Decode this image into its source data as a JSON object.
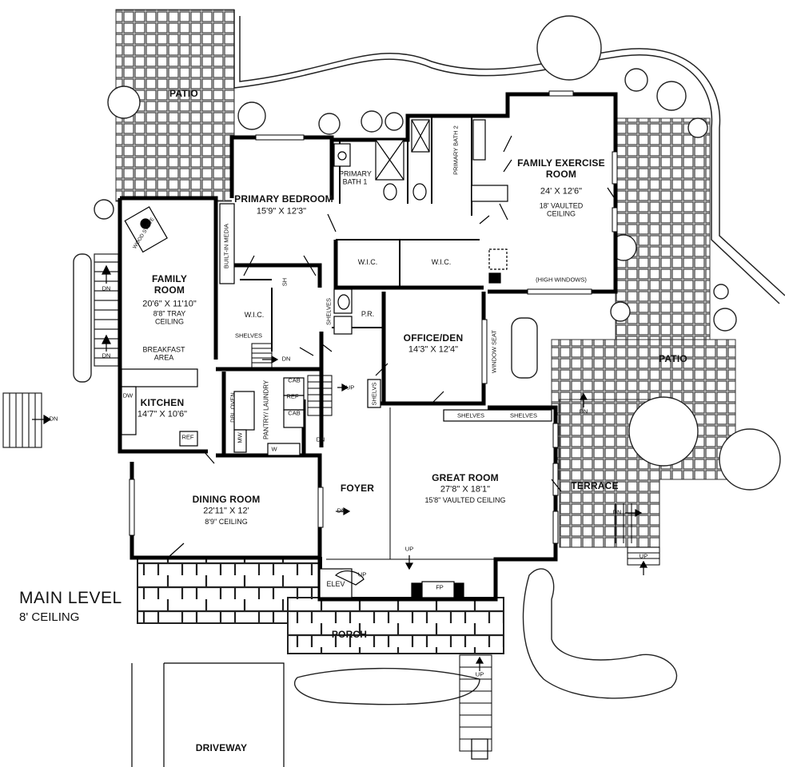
{
  "plan": {
    "level_title": "MAIN LEVEL",
    "level_subtitle": "8' CEILING",
    "rooms": {
      "patio_nw": "PATIO",
      "primary_bedroom": {
        "name": "PRIMARY BEDROOM",
        "dim": "15'9\" X 12'3\""
      },
      "primary_bath1": "PRIMARY BATH 1",
      "primary_bath2": "PRIMARY BATH 2",
      "family_exercise": {
        "name": "FAMILY EXERCISE ROOM",
        "dim": "24' X 12'6\"",
        "ceiling": "18' VAULTED CEILING"
      },
      "high_windows": "(HIGH WINDOWS)",
      "family_room": {
        "name": "FAMILY ROOM",
        "dim": "20'6\" X 11'10\"",
        "ceiling": "8'8\" TRAY CEILING"
      },
      "breakfast": "BREAKFAST AREA",
      "kitchen": {
        "name": "KITCHEN",
        "dim": "14'7\" X 10'6\""
      },
      "wic_left": "W.I.C.",
      "wic_mid1": "W.I.C.",
      "wic_mid2": "W.I.C.",
      "pr": "P.R.",
      "office": {
        "name": "OFFICE/DEN",
        "dim": "14'3\" X 12'4\""
      },
      "patio_e": "PATIO",
      "pantry": "PANTRY/ LAUNDRY",
      "great_room": {
        "name": "GREAT ROOM",
        "dim": "27'8\" X 18'1\"",
        "ceiling": "15'8\" VAULTED CEILING"
      },
      "terrace": "TERRACE",
      "foyer": "FOYER",
      "dining": {
        "name": "DINING ROOM",
        "dim": "22'11\" X 12'",
        "ceiling": "8'9\" CEILING"
      },
      "porch": "PORCH",
      "driveway": "DRIVEWAY"
    },
    "fixtures": {
      "wood_stove": "WOOD STOVE",
      "built_in_media": "BUILT-IN MEDIA",
      "sh": "SH",
      "shelves_wic": "SHELVES",
      "shelves_pr": "SHELVES",
      "shelves_gr1": "SHELVES",
      "shelves_gr2": "SHELVES",
      "shelvs": "SHELVS",
      "window_seat": "WINDOW SEAT",
      "dw": "DW",
      "ref_kitchen": "REF",
      "ref_pantry": "REF",
      "cab1": "CAB",
      "cab2": "CAB",
      "dbl_oven": "DBL OVEN",
      "mw": "MW",
      "w": "W",
      "elev": "ELEV",
      "fp": "FP"
    },
    "stairs": {
      "dn_w1": "DN",
      "dn_w2": "DN",
      "dn_far_w": "DN",
      "dn_hall": "DN",
      "dn_pantry": "DN",
      "up_pantry": "UP",
      "dn_foyer": "DN",
      "up_foyer": "UP",
      "up_elev": "UP",
      "dn_terrace1": "DN",
      "dn_terrace2": "DN",
      "up_terrace": "UP",
      "up_porch": "UP"
    }
  }
}
